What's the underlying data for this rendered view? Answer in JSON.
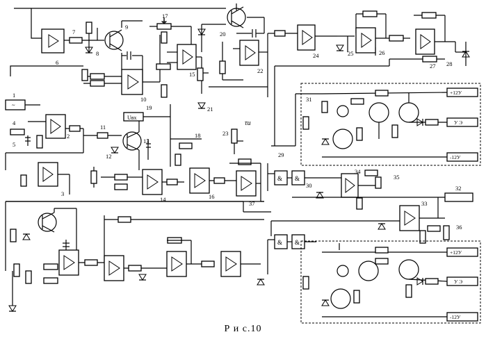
{
  "figure": {
    "caption": "Р и с.10"
  },
  "labels": {
    "n1": "1",
    "n2": "2",
    "n3": "3",
    "n4": "4",
    "n5": "5",
    "n6": "6",
    "n7": "7",
    "n8": "8",
    "n9": "9",
    "n10": "10",
    "n11": "11",
    "n12": "12",
    "n13": "13",
    "n14": "14",
    "n15": "15",
    "n16": "16",
    "n17": "17",
    "n18": "18",
    "n19": "19",
    "n20": "20",
    "n21": "21",
    "n22": "22",
    "n23": "23",
    "n24": "24",
    "n25": "25",
    "n26": "26",
    "n27": "27",
    "n28": "28",
    "n29": "29",
    "n30": "30",
    "n31": "31",
    "n32": "32",
    "n33": "33",
    "n34": "34",
    "n35": "35",
    "n36": "36",
    "n37": "37"
  },
  "signals": {
    "u_in": "Uвх",
    "tau": "τи",
    "plus12_top": "+12У",
    "minus12_top": "-12У",
    "ue_top": "У Э",
    "plus12_bot": "+12У",
    "minus12_bot": "-12У",
    "ue_bot": "У Э",
    "and_sym": "&",
    "source_sym": "~",
    "amp_sym": "▷"
  }
}
